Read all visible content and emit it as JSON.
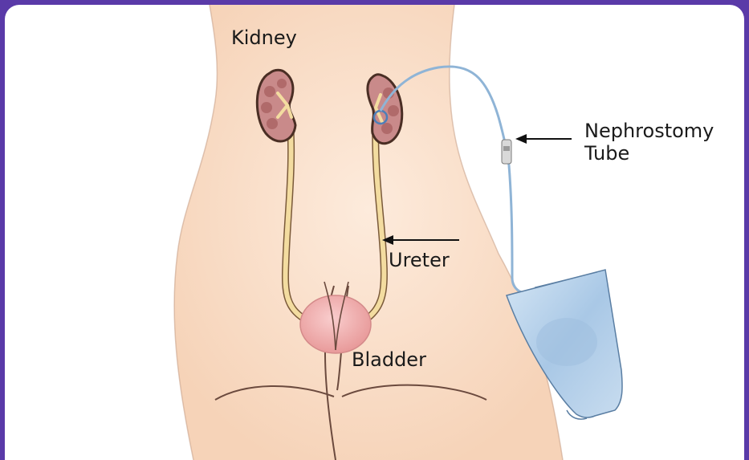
{
  "labels": {
    "kidney": "Kidney",
    "nephrostomy_line1": "Nephrostomy",
    "nephrostomy_line2": "Tube",
    "ureter": "Ureter",
    "bladder": "Bladder"
  },
  "colors": {
    "frame": "#5a3aa8",
    "skin": "#fbe3cf",
    "skin_outline": "#6b4a3e",
    "kidney": "#c98a8a",
    "ureter": "#f3dca0",
    "bladder": "#f2b0b0",
    "tube": "#8fb4d6",
    "bag": "#b9d3ea"
  }
}
